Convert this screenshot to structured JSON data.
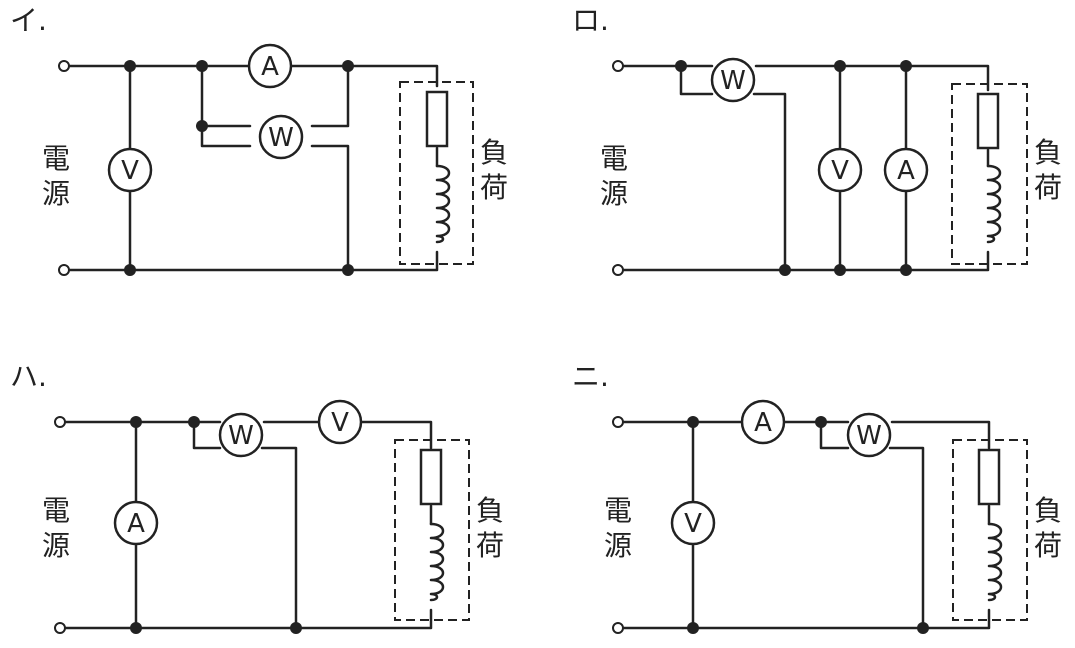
{
  "colors": {
    "line": "#222222",
    "background": "#ffffff"
  },
  "panels": [
    {
      "id": "i",
      "label": "イ.",
      "source_label": [
        "電",
        "源"
      ],
      "load_label": [
        "負",
        "荷"
      ],
      "meters": {
        "ammeter": "A",
        "wattmeter": "W",
        "voltmeter": "V"
      }
    },
    {
      "id": "ro",
      "label": "ロ.",
      "source_label": [
        "電",
        "源"
      ],
      "load_label": [
        "負",
        "荷"
      ],
      "meters": {
        "wattmeter": "W",
        "voltmeter": "V",
        "ammeter": "A"
      }
    },
    {
      "id": "ha",
      "label": "ハ.",
      "source_label": [
        "電",
        "源"
      ],
      "load_label": [
        "負",
        "荷"
      ],
      "meters": {
        "wattmeter": "W",
        "voltmeter": "V",
        "ammeter": "A"
      }
    },
    {
      "id": "ni",
      "label": "ニ.",
      "source_label": [
        "電",
        "源"
      ],
      "load_label": [
        "負",
        "荷"
      ],
      "meters": {
        "ammeter": "A",
        "wattmeter": "W",
        "voltmeter": "V"
      }
    }
  ]
}
